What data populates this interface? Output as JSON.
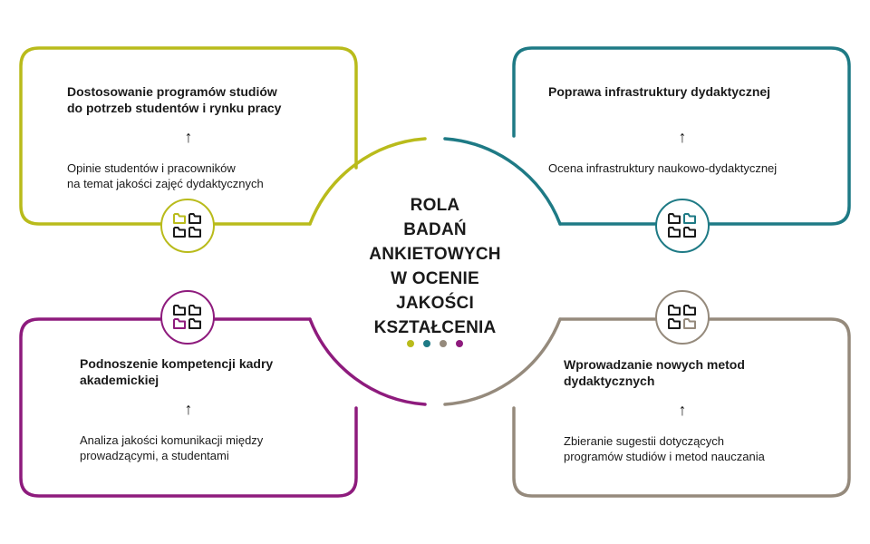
{
  "center": {
    "lines": [
      "ROLA",
      "BADAŃ",
      "ANKIETOWYCH",
      "W OCENIE",
      "JAKOŚCI",
      "KSZTAŁCENIA"
    ],
    "dot_colors": [
      "#b9bb1b",
      "#1e7a85",
      "#958a7c",
      "#8e1b7d"
    ]
  },
  "panels": [
    {
      "key": "top-left",
      "color": "#b9bb1b",
      "title": [
        "Dostosowanie programów studiów",
        "do potrzeb studentów i rynku pracy"
      ],
      "arrow": "↑",
      "description": [
        "Opinie studentów i pracowników",
        "na temat jakości zajęć dydaktycznych"
      ],
      "icon": "folders-icon"
    },
    {
      "key": "top-right",
      "color": "#1e7a85",
      "title": [
        "Poprawa infrastruktury dydaktycznej"
      ],
      "arrow": "↑",
      "description": [
        "Ocena infrastruktury naukowo-dydaktycznej"
      ],
      "icon": "folders-icon"
    },
    {
      "key": "bottom-left",
      "color": "#8e1b7d",
      "title": [
        "Podnoszenie kompetencji kadry",
        "akademickiej"
      ],
      "arrow": "↑",
      "description": [
        "Analiza jakości komunikacji między",
        "prowadzącymi, a studentami"
      ],
      "icon": "folders-icon"
    },
    {
      "key": "bottom-right",
      "color": "#958a7c",
      "title": [
        "Wprowadzanie nowych metod",
        "dydaktycznych"
      ],
      "arrow": "↑",
      "description": [
        "Zbieranie sugestii dotyczących",
        "programów studiów i metod nauczania"
      ],
      "icon": "folders-icon"
    }
  ]
}
